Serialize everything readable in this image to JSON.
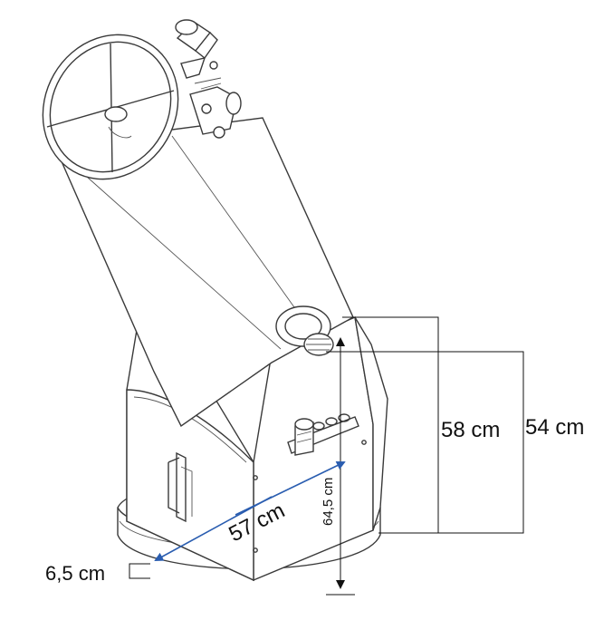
{
  "dimensions": {
    "base_length": "57 cm",
    "height_total": "58 cm",
    "height_to_axis": "54 cm",
    "side_height": "64,5 cm",
    "foot_height": "6,5 cm"
  },
  "colors": {
    "arrow": "#2a5db0",
    "line": "#3a3a3a",
    "text": "#111111"
  }
}
